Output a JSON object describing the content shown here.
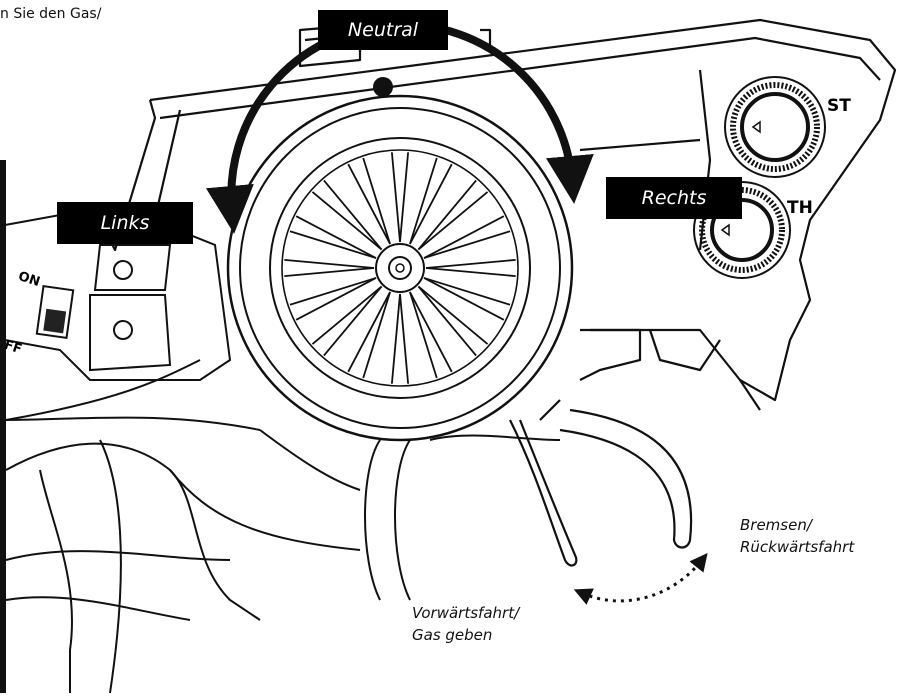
{
  "intro_text": "n Sie den Gas/",
  "labels": {
    "neutral": "Neutral",
    "links": "Links",
    "rechts": "Rechts"
  },
  "captions": {
    "brake_line1": "Bremsen/",
    "brake_line2": "Rückwärtsfahrt",
    "forward_line1": "Vorwärtsfahrt/",
    "forward_line2": "Gas geben"
  },
  "dial_labels": {
    "steering": "ST",
    "throttle": "TH"
  },
  "switch_labels": {
    "on": "ON",
    "off": "FF"
  },
  "colors": {
    "line": "#111111",
    "label_bg": "#000000",
    "label_fg": "#ffffff"
  }
}
